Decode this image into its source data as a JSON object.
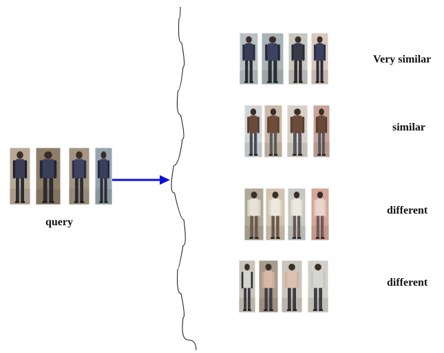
{
  "query": {
    "label": "query",
    "thumbnails": [
      {
        "top": "#3a3d55",
        "legs": "#2c2d34",
        "bg": "#b7a996",
        "arms": "#1e1f2a"
      },
      {
        "top": "#3c3f5a",
        "legs": "#2a2b33",
        "bg": "#8e7d69",
        "arms": "#242634"
      },
      {
        "top": "#3d4260",
        "legs": "#2d2e36",
        "bg": "#a39582",
        "arms": "#2a2d40"
      },
      {
        "top": "#3b3f5e",
        "legs": "#2b2c35",
        "bg": "#95a5ae",
        "arms": "#252838"
      }
    ]
  },
  "arrow_color": "#1010d8",
  "groups": [
    {
      "label": "Very similar",
      "thumbnails": [
        {
          "top": "#3a3d58",
          "legs": "#2a2b33",
          "bg": "#b9c0c3",
          "arms": "#2a2d40"
        },
        {
          "top": "#3d4262",
          "legs": "#2b2c35",
          "bg": "#a7b3b5",
          "arms": "#262a3c"
        },
        {
          "top": "#3a3b48",
          "legs": "#2c2c31",
          "bg": "#c7c6bf",
          "arms": "#2a2b36"
        },
        {
          "top": "#3c3f5e",
          "legs": "#2d2e36",
          "bg": "#d8c7bc",
          "arms": "#2a2d40"
        }
      ]
    },
    {
      "label": "similar",
      "thumbnails": [
        {
          "top": "#6a4a3a",
          "legs": "#4b4d55",
          "bg": "#cfd4d6",
          "arms": "#5a3e30"
        },
        {
          "top": "#6e4c38",
          "legs": "#5a5a5e",
          "bg": "#c9b9a8",
          "arms": "#5e4232"
        },
        {
          "top": "#6b4b39",
          "legs": "#57585e",
          "bg": "#d6d0c8",
          "arms": "#5b3f31"
        },
        {
          "top": "#6a4837",
          "legs": "#55565c",
          "bg": "#c8a49a",
          "arms": "#5a3c2e"
        }
      ]
    },
    {
      "label": "different",
      "thumbnails": [
        {
          "top": "#e6e3d6",
          "legs": "#6b5a4c",
          "bg": "#b0a898",
          "arms": "#d9d5c6"
        },
        {
          "top": "#ece9dc",
          "legs": "#6a5a4e",
          "bg": "#d1c3b0",
          "arms": "#ddd8ca"
        },
        {
          "top": "#eceadf",
          "legs": "#645850",
          "bg": "#c6c8c4",
          "arms": "#dedbcf"
        },
        {
          "top": "#e8d6c8",
          "legs": "#6b5c52",
          "bg": "#d6a59a",
          "arms": "#dcc8bb"
        }
      ]
    },
    {
      "label": "different",
      "thumbnails": [
        {
          "top": "#d3d6d0",
          "legs": "#3a3a40",
          "bg": "#c8c4b8",
          "arms": "#2d2d33"
        },
        {
          "top": "#d8b9a8",
          "legs": "#3f3f44",
          "bg": "#a89b8c",
          "arms": "#c8a898"
        },
        {
          "top": "#dcc1b0",
          "legs": "#3c3c42",
          "bg": "#c9c6bd",
          "arms": "#d0b2a2"
        },
        {
          "top": "#d5d7d4",
          "legs": "#3d3f47",
          "bg": "#d2cfc6",
          "arms": "#c7c8c4"
        }
      ]
    }
  ]
}
